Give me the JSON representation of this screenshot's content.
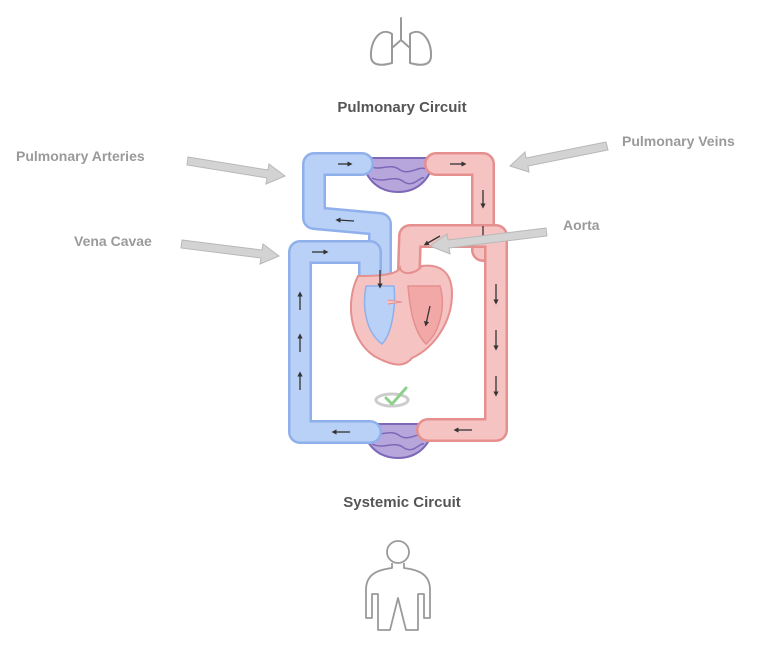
{
  "titles": {
    "pulmonary": "Pulmonary Circuit",
    "systemic": "Systemic Circuit"
  },
  "labels": {
    "pulmonary_arteries": "Pulmonary Arteries",
    "pulmonary_veins": "Pulmonary Veins",
    "vena_cavae": "Vena Cavae",
    "aorta": "Aorta"
  },
  "icons": {
    "top": "lungs-icon",
    "bottom": "human-body-icon",
    "middle": "organ-checkmark-icon"
  },
  "colors": {
    "deoxygenated": "#b9d0f7",
    "deoxygenated_stroke": "#8fb0ea",
    "oxygenated": "#f6c3c3",
    "oxygenated_stroke": "#e58f8f",
    "capillary": "#b7a6dc",
    "capillary_stroke": "#7d68b8",
    "pointer": "#d3d3d3",
    "label": "#9a9a9a",
    "title": "#555555"
  }
}
